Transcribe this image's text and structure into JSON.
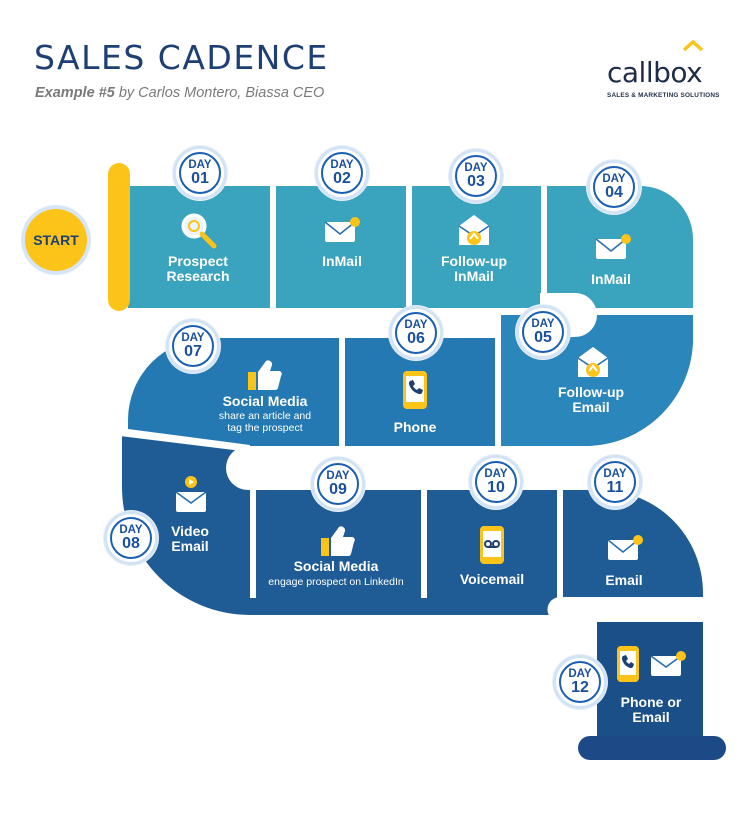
{
  "header": {
    "title": "SALES CADENCE",
    "example": "Example #5",
    "byline": " by Carlos Montero, Biassa CEO"
  },
  "logo": {
    "name": "callbox",
    "tagline": "SALES & MARKETING SOLUTIONS"
  },
  "start_label": "START",
  "day_word": "DAY",
  "steps": [
    {
      "day": "01",
      "label": "Prospect\nResearch",
      "sub": "",
      "icon": "magnifier-icon"
    },
    {
      "day": "02",
      "label": "InMail",
      "sub": "",
      "icon": "envelope-icon"
    },
    {
      "day": "03",
      "label": "Follow-up\nInMail",
      "sub": "",
      "icon": "open-envelope-icon"
    },
    {
      "day": "04",
      "label": "InMail",
      "sub": "",
      "icon": "envelope-icon"
    },
    {
      "day": "05",
      "label": "Follow-up\nEmail",
      "sub": "",
      "icon": "open-envelope-icon"
    },
    {
      "day": "06",
      "label": "Phone",
      "sub": "",
      "icon": "phone-icon"
    },
    {
      "day": "07",
      "label": "Social Media",
      "sub": "share an article and\ntag the prospect",
      "icon": "thumbs-up-icon"
    },
    {
      "day": "08",
      "label": "Video\nEmail",
      "sub": "",
      "icon": "video-email-icon"
    },
    {
      "day": "09",
      "label": "Social Media",
      "sub": "engage prospect on LinkedIn",
      "icon": "thumbs-up-icon"
    },
    {
      "day": "10",
      "label": "Voicemail",
      "sub": "",
      "icon": "voicemail-icon"
    },
    {
      "day": "11",
      "label": "Email",
      "sub": "",
      "icon": "envelope-icon"
    },
    {
      "day": "12",
      "label": "Phone or\nEmail",
      "sub": "",
      "icon": "phone-and-envelope-icon"
    }
  ],
  "colors": {
    "row1": "#3aa3bd",
    "row2": "#2479b3",
    "row3": "#1f5c95",
    "row4": "#1a4f87",
    "accent": "#fcc419",
    "navy": "#1d3f73",
    "gap": "#ffffff"
  }
}
